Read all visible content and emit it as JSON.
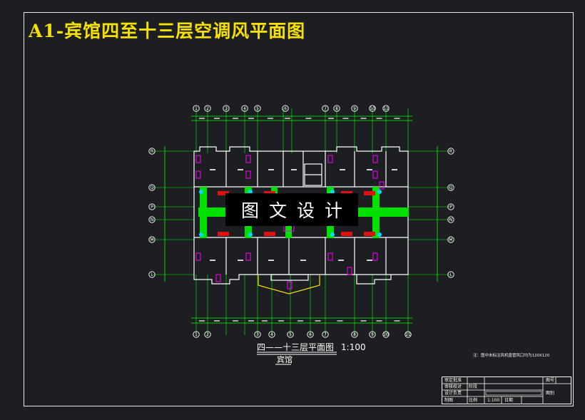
{
  "title": "A1-宾馆四至十三层空调风平面图",
  "watermark": "图文设计",
  "plan_caption": "四——十三层平面图",
  "plan_scale": "1:100",
  "plan_subtitle": "宾馆",
  "note": "注：图中未标注风机盘管风口均为120X120",
  "axis_top": [
    "1",
    "2",
    "3",
    "4",
    "5",
    "6",
    "7",
    "8",
    "9",
    "10",
    "11"
  ],
  "axis_bottom": [
    "1",
    "2",
    "3",
    "4",
    "5",
    "6",
    "7",
    "8",
    "9",
    "10",
    "11"
  ],
  "axis_left": [
    "R",
    "Q",
    "P",
    "N",
    "M",
    "L"
  ],
  "axis_right": [
    "R",
    "Q",
    "P",
    "N",
    "M",
    "L"
  ],
  "titleblock": {
    "rows": [
      "审定批准",
      "审核校对",
      "设计负责",
      "制图"
    ],
    "drawing_no_label": "图号",
    "stage_label": "阶段",
    "sheet_label": "图别",
    "scale_label": "比例",
    "scale_value": "1:100",
    "date_label": "日期"
  },
  "colors": {
    "background": "#1c1e21",
    "title": "#f5e000",
    "duct": "#00e000",
    "wall": "#ffffff",
    "grid": "#00ff00",
    "equipment": "#ff00ff"
  }
}
